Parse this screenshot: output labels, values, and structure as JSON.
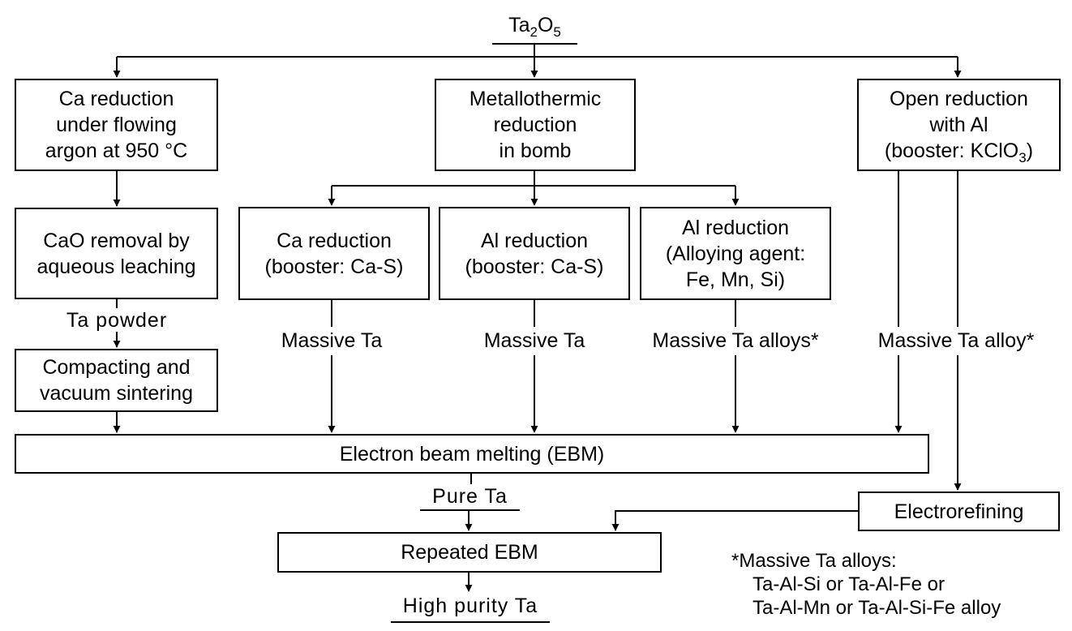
{
  "source": {
    "base": "Ta",
    "sub1": "2",
    "mid": "O",
    "sub2": "5"
  },
  "ca_reduction": {
    "l1": "Ca reduction",
    "l2": "under flowing",
    "l3": "argon at 950 °C"
  },
  "metallothermic": {
    "l1": "Metallothermic",
    "l2": "reduction",
    "l3": "in bomb"
  },
  "open_reduction": {
    "l1": "Open reduction",
    "l2": "with Al",
    "l3_pre": "(booster: KClO",
    "l3_sub": "3",
    "l3_post": ")"
  },
  "cao_removal": {
    "l1": "CaO removal by",
    "l2": "aqueous leaching"
  },
  "ca_bomb": {
    "l1": "Ca reduction",
    "l2": "(booster: Ca-S)"
  },
  "al_bomb": {
    "l1": "Al reduction",
    "l2": "(booster: Ca-S)"
  },
  "al_alloy": {
    "l1": "Al reduction",
    "l2": "(Alloying agent:",
    "l3": "Fe, Mn, Si)"
  },
  "ta_powder": "Ta powder",
  "compacting": {
    "l1": "Compacting and",
    "l2": "vacuum sintering"
  },
  "massive_ta_1": "Massive Ta",
  "massive_ta_2": "Massive Ta",
  "massive_ta_alloys": "Massive Ta alloys*",
  "massive_ta_alloy": "Massive Ta alloy*",
  "ebm": "Electron beam melting (EBM)",
  "pure_ta": "Pure Ta",
  "electrorefining": "Electrorefining",
  "repeated_ebm": "Repeated EBM",
  "high_purity": "High purity Ta",
  "footnote": {
    "l1": "*Massive Ta alloys:",
    "l2": "Ta-Al-Si or Ta-Al-Fe or",
    "l3": "Ta-Al-Mn or Ta-Al-Si-Fe alloy"
  }
}
